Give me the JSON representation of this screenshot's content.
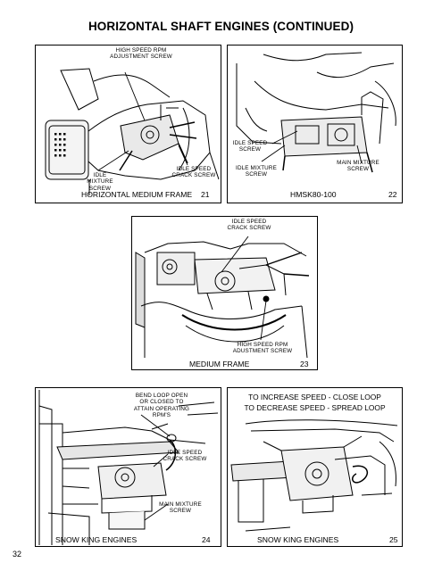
{
  "page_title": "HORIZONTAL SHAFT ENGINES (CONTINUED)",
  "page_number": "32",
  "figures": {
    "f21": {
      "caption": "HORIZONTAL MEDIUM FRAME",
      "number": "21",
      "labels": {
        "high_speed": "HIGH SPEED RPM ADJUSTMENT SCREW",
        "idle_mixture": "IDLE MIXTURE SCREW",
        "idle_speed": "IDLE SPEED CRACK SCREW"
      }
    },
    "f22": {
      "caption": "HMSK80-100",
      "number": "22",
      "labels": {
        "idle_speed": "IDLE SPEED SCREW",
        "idle_mixture": "IDLE MIXTURE SCREW",
        "main_mixture": "MAIN MIXTURE SCREW"
      }
    },
    "f23": {
      "caption": "MEDIUM FRAME",
      "number": "23",
      "labels": {
        "idle_speed": "IDLE SPEED CRACK SCREW",
        "high_speed": "HIGH SPEED RPM ADUSTMENT SCREW"
      }
    },
    "f24": {
      "caption": "SNOW KING ENGINES",
      "number": "24",
      "labels": {
        "bend_loop": "BEND LOOP OPEN OR CLOSED TO ATTAIN OPERATING RPM'S",
        "idle_speed": "IDLE SPEED CRACK SCREW",
        "main_mixture": "MAIN MIXTURE SCREW"
      }
    },
    "f25": {
      "caption": "SNOW KING ENGINES",
      "number": "25",
      "note_line1": "TO INCREASE SPEED - CLOSE LOOP",
      "note_line2": "TO DECREASE SPEED - SPREAD LOOP"
    }
  }
}
